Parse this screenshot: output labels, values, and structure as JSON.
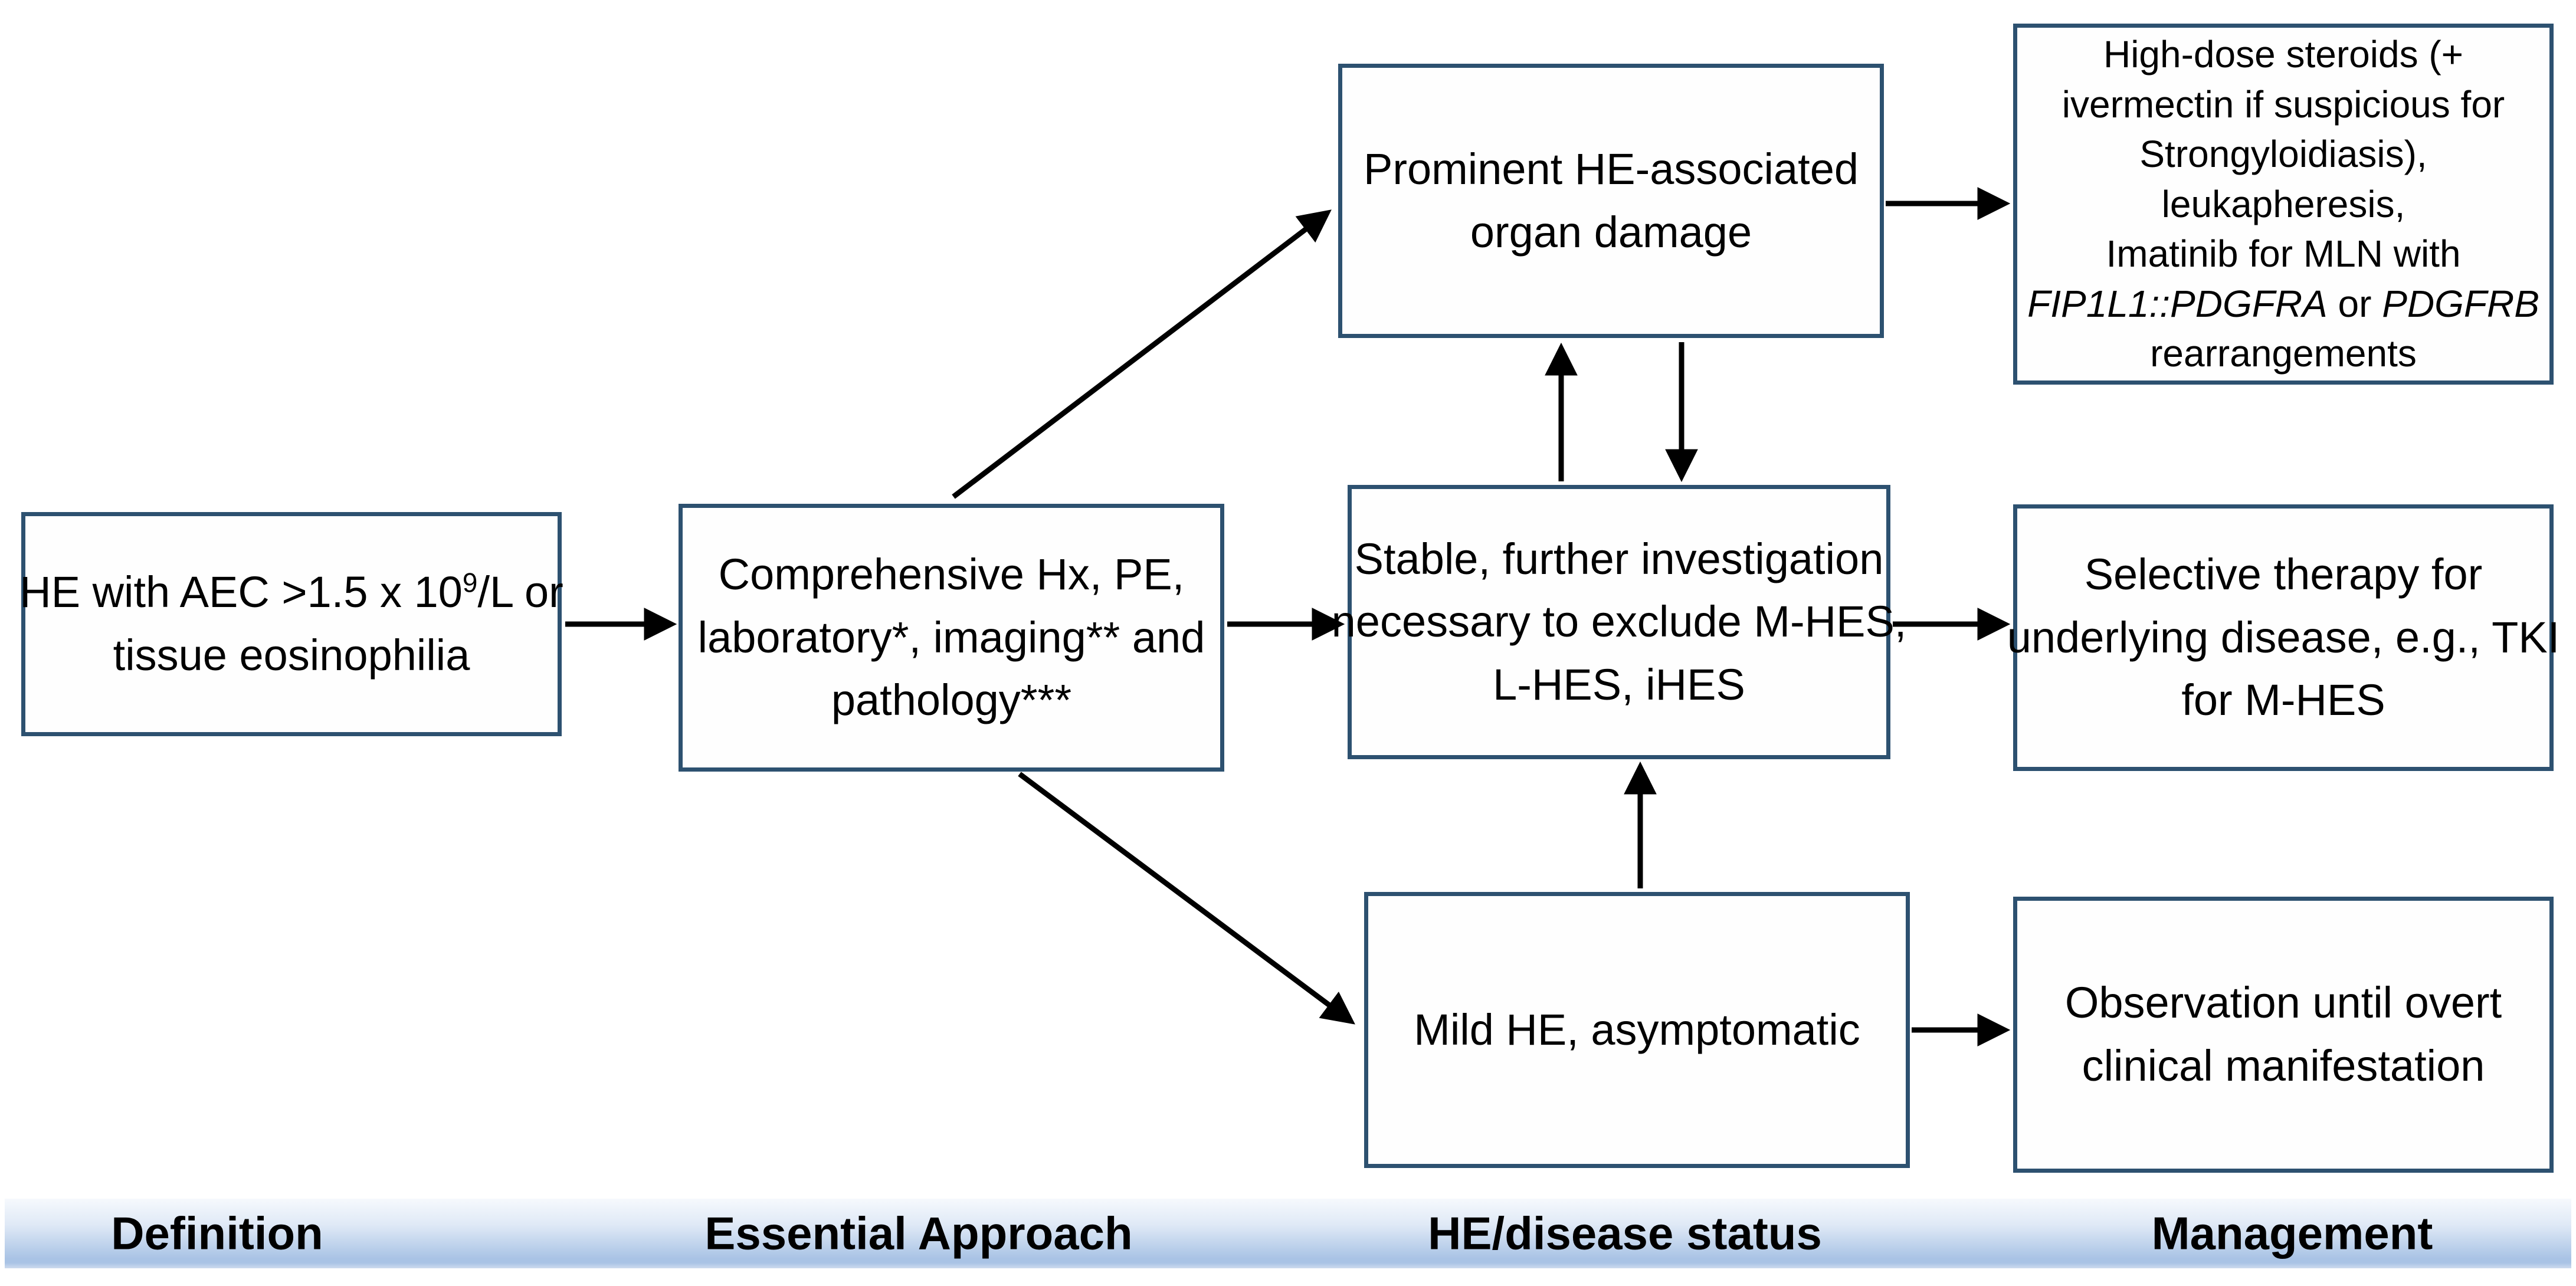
{
  "colors": {
    "page_bg": "#ffffff",
    "box_fill": "#fefefe",
    "box_border": "#2d5170",
    "arrow": "#000000",
    "text": "#000000",
    "bar_top": "#f6f9fd",
    "bar_mid": "#dfe9f6",
    "bar_deep": "#a9c3e5",
    "bar_bottom": "#cddbee"
  },
  "boxes": {
    "definition": {
      "line1_pre": "HE with AEC >1.5 x 10",
      "line1_sup": "9",
      "line1_post": "/L or",
      "line2": "tissue eosinophilia"
    },
    "approach": {
      "lines": [
        "Comprehensive Hx, PE,",
        "laboratory*, imaging** and",
        "pathology***"
      ]
    },
    "organ_damage": {
      "lines": [
        "Prominent HE-associated",
        "organ damage"
      ]
    },
    "stable": {
      "lines": [
        "Stable, further investigation",
        "necessary to exclude M-HES,",
        "L-HES, iHES"
      ]
    },
    "mild": {
      "lines": [
        "Mild HE, asymptomatic"
      ]
    },
    "acute_management": {
      "lines_pre": [
        "High-dose steroids (+",
        "ivermectin if suspicious for",
        "Strongyloidiasis),",
        "leukapheresis,",
        "Imatinib for MLN with"
      ],
      "gene1": "FIP1L1::PDGFRA",
      "or_word": " or ",
      "gene2": "PDGFRB",
      "last_line": "rearrangements"
    },
    "selective": {
      "lines": [
        "Selective therapy for",
        "underlying disease, e.g., TKI",
        "for M-HES"
      ]
    },
    "observation": {
      "lines": [
        "Observation until overt",
        "clinical manifestation"
      ]
    }
  },
  "footer": {
    "labels": [
      "Definition",
      "Essential Approach",
      "HE/disease status",
      "Management"
    ]
  }
}
